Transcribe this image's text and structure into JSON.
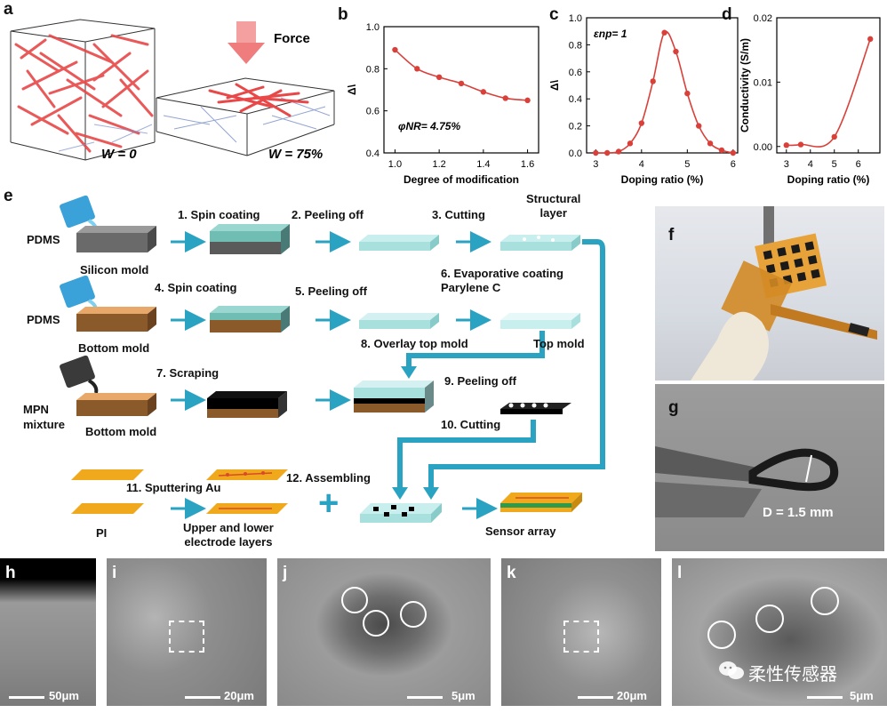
{
  "panel_labels": {
    "a": "a",
    "b": "b",
    "c": "c",
    "d": "d",
    "e": "e",
    "f": "f",
    "g": "g",
    "h": "h",
    "i": "i",
    "j": "j",
    "k": "k",
    "l": "l"
  },
  "panel_a": {
    "force_label": "Force",
    "w0": "W = 0",
    "w75": "W = 75%"
  },
  "chart_data": [
    {
      "type": "line",
      "panel": "b",
      "xlabel": "Degree of modification",
      "ylabel": "Δ\\",
      "annotation": "φNR= 4.75%",
      "xlim": [
        0.95,
        1.65
      ],
      "ylim": [
        0.4,
        1.0
      ],
      "xticks": [
        "1.0",
        "1.2",
        "1.4",
        "1.6"
      ],
      "yticks": [
        "0.4",
        "0.6",
        "0.8",
        "1.0"
      ],
      "x": [
        1.0,
        1.1,
        1.2,
        1.3,
        1.4,
        1.5,
        1.6
      ],
      "values": [
        0.89,
        0.8,
        0.76,
        0.73,
        0.69,
        0.66,
        0.65
      ],
      "color": "#d9403a"
    },
    {
      "type": "line",
      "panel": "c",
      "xlabel": "Doping ratio (%)",
      "ylabel": "Δ\\",
      "annotation": "εnp= 1",
      "xlim": [
        2.8,
        6.1
      ],
      "ylim": [
        0.0,
        1.0
      ],
      "xticks": [
        "3",
        "4",
        "5",
        "6"
      ],
      "yticks": [
        "0.0",
        "0.2",
        "0.4",
        "0.6",
        "0.8",
        "1.0"
      ],
      "x": [
        3.0,
        3.25,
        3.5,
        3.75,
        4.0,
        4.25,
        4.5,
        4.75,
        5.0,
        5.25,
        5.5,
        5.75,
        6.0
      ],
      "values": [
        0.0,
        0.0,
        0.01,
        0.07,
        0.22,
        0.53,
        0.89,
        0.75,
        0.44,
        0.2,
        0.07,
        0.02,
        0.0
      ],
      "color": "#d9403a"
    },
    {
      "type": "line",
      "panel": "d",
      "xlabel": "Doping ratio (%)",
      "ylabel": "Conductivity (S/m)",
      "xlim": [
        2.6,
        6.9
      ],
      "ylim": [
        -0.001,
        0.02
      ],
      "xticks": [
        "3",
        "4",
        "5",
        "6"
      ],
      "yticks": [
        "0.00",
        "0.01",
        "0.02"
      ],
      "x": [
        3.0,
        3.6,
        5.0,
        6.5
      ],
      "values": [
        0.0002,
        0.0003,
        0.0015,
        0.0167
      ],
      "color": "#d9403a"
    }
  ],
  "panel_e": {
    "row1": {
      "material": "PDMS",
      "mold": "Silicon mold",
      "step1": "1. Spin coating",
      "step2": "2. Peeling off",
      "step3": "3. Cutting",
      "result": "Structural\nlayer"
    },
    "row2": {
      "material": "PDMS",
      "mold": "Bottom mold",
      "step4": "4. Spin coating",
      "step5": "5. Peeling off",
      "step6": "6. Evaporative coating\nParylene C",
      "step8": "8. Overlay top mold",
      "result": "Top mold"
    },
    "row3": {
      "material": "MPN\nmixture",
      "mold": "Bottom mold",
      "step7": "7. Scraping",
      "step9": "9. Peeling off",
      "step10": "10. Cutting"
    },
    "row4": {
      "material": "PI",
      "step11": "11. Sputtering Au",
      "electrodes": "Upper and lower\nelectrode layers",
      "step12": "12. Assembling",
      "result": "Sensor array"
    },
    "plus": "+"
  },
  "panel_g": {
    "diameter": "D = 1.5 mm"
  },
  "scale_bars": {
    "h": "50μm",
    "i": "20μm",
    "j": "5μm",
    "k": "20μm",
    "l": "5μm"
  },
  "watermark": "柔性传感器",
  "colors": {
    "accent": "#2aa3c2",
    "curve": "#d9403a",
    "gold": "#f0a81c",
    "brown": "#8a5a2b"
  }
}
